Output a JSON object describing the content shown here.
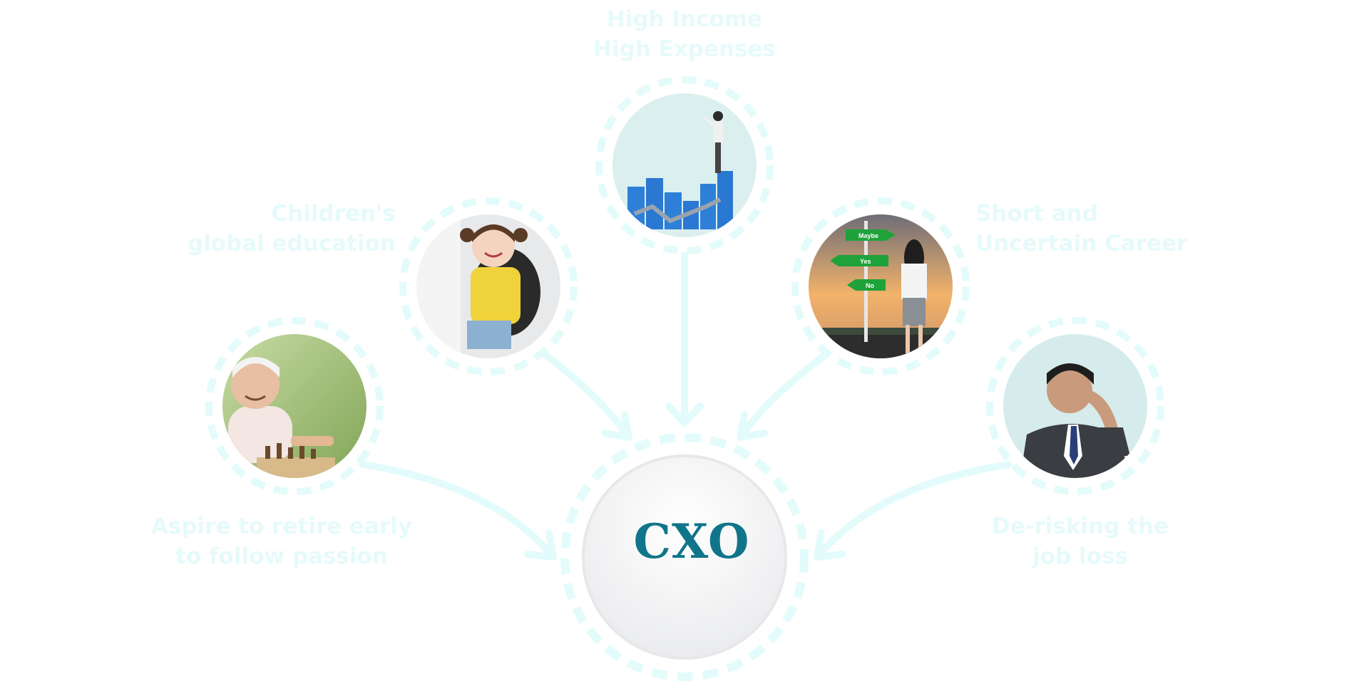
{
  "center": {
    "label": "CXO"
  },
  "concerns": [
    {
      "id": "high-income",
      "lines": [
        "High Income",
        "High Expenses"
      ],
      "photo": "businessman-on-rising-bar-chart"
    },
    {
      "id": "children-education",
      "lines": [
        "Children's",
        "global education"
      ],
      "photo": "girl-with-school-backpack"
    },
    {
      "id": "uncertain-career",
      "lines": [
        "Short and",
        "Uncertain Career"
      ],
      "photo": "woman-at-direction-signpost",
      "signpost": [
        "Maybe",
        "Yes",
        "No"
      ]
    },
    {
      "id": "retire-early",
      "lines": [
        "Aspire to retire early",
        "to follow passion"
      ],
      "photo": "elderly-man-playing-chess"
    },
    {
      "id": "job-loss",
      "lines": [
        "De-risking the",
        "job loss"
      ],
      "photo": "stressed-businessman"
    }
  ],
  "colors": {
    "accent_teal": "#10758a",
    "ring": "#e3fbfb",
    "label_text": "#e6fafa"
  }
}
